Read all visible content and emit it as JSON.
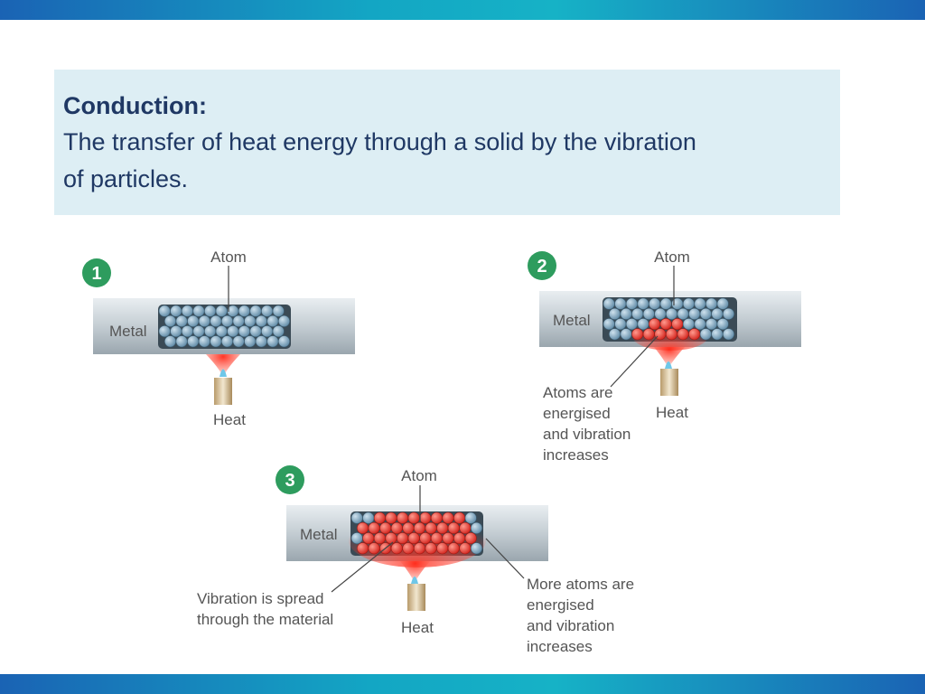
{
  "definition": {
    "title": "Conduction:",
    "body_line1": "The transfer of heat energy through a solid by the vibration",
    "body_line2": "of particles."
  },
  "stages": [
    {
      "number": "1",
      "atom_label": "Atom",
      "metal_label": "Metal",
      "heat_label": "Heat"
    },
    {
      "number": "2",
      "atom_label": "Atom",
      "metal_label": "Metal",
      "heat_label": "Heat",
      "callout_lines": [
        "Atoms are",
        "energised",
        "and vibration",
        "increases"
      ]
    },
    {
      "number": "3",
      "atom_label": "Atom",
      "metal_label": "Metal",
      "heat_label": "Heat",
      "callout_left_lines": [
        "Vibration is spread",
        "through the material"
      ],
      "callout_right_lines": [
        "More atoms are",
        "energised",
        "and vibration",
        "increases"
      ]
    }
  ],
  "colors": {
    "accent_green": "#2e9c5e",
    "atom_blue": "#7ea8c2",
    "atom_hot": "#e8382f",
    "text_dark_blue": "#1f3864"
  }
}
